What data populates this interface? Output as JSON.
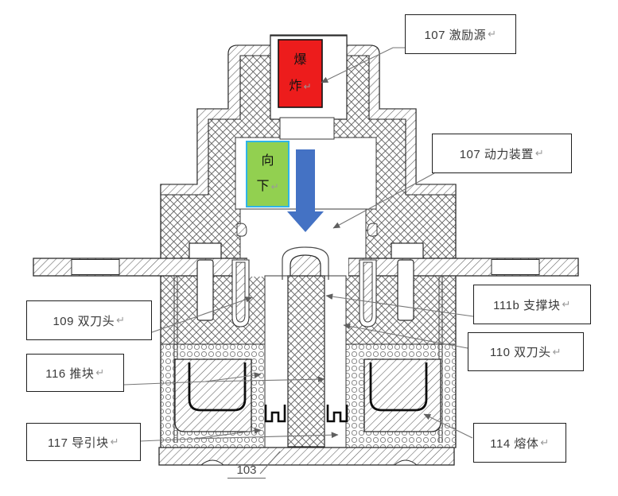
{
  "callouts": {
    "excitation": {
      "text": "107 激励源"
    },
    "power_unit": {
      "text": "107 动力装置"
    },
    "support_block": {
      "text": "111b 支撑块"
    },
    "blade_110": {
      "text": "110 双刀头"
    },
    "blade_109": {
      "text": "109 双刀头"
    },
    "push_block": {
      "text": "116 推块"
    },
    "guide_block": {
      "text": "117 导引块"
    },
    "fuse_element": {
      "text": "114 熔体"
    },
    "base_ref": {
      "text": "103"
    }
  },
  "overlays": {
    "explosion": {
      "line1": "爆",
      "line2": "炸",
      "fill": "#ed1c1c",
      "border": "#111111"
    },
    "downward": {
      "line1": "向",
      "line2": "下",
      "fill": "#92d050",
      "border": "#2fb4e8"
    },
    "down_arrow": {
      "fill": "#4472c4"
    }
  },
  "marks": {
    "paragraph_mark": "↵"
  },
  "colors": {
    "outline": "#2b2b2b",
    "heavy_outline": "#0d0d0d",
    "hatch_stroke": "#5a5a5a",
    "leader": "#767676",
    "label_border": "#1f1f1f",
    "label_text": "#3a3a3a",
    "background": "#ffffff"
  }
}
